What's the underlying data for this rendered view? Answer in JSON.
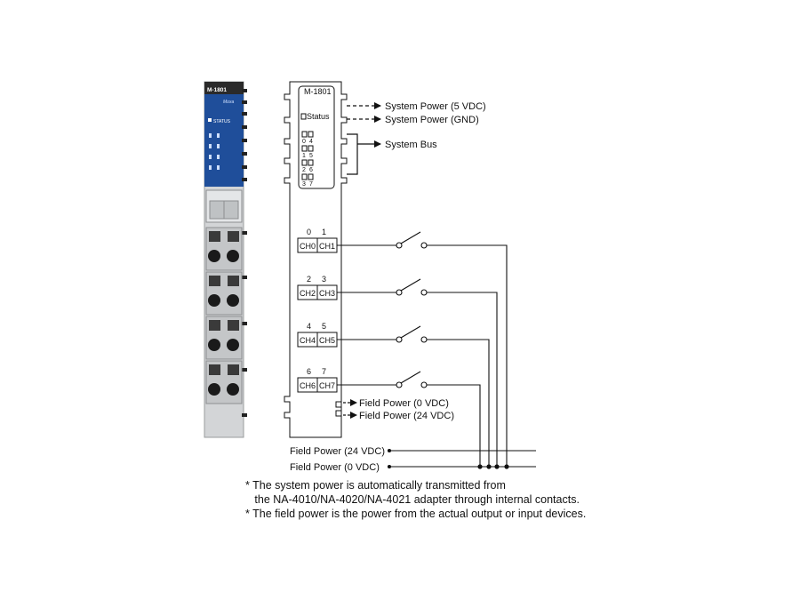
{
  "module": {
    "model": "M-1801",
    "photo_model": "M-1801",
    "photo_brand": "Moxa",
    "photo_status": "STATUS",
    "status_label": "Status",
    "led_numbers": [
      "0",
      "4",
      "1",
      "5",
      "2",
      "6",
      "3",
      "7"
    ]
  },
  "system": {
    "power_5v": "System Power (5 VDC)",
    "power_gnd": "System Power (GND)",
    "bus": "System Bus"
  },
  "channels": [
    {
      "nums": [
        "0",
        "1"
      ],
      "labels": [
        "CH0",
        "CH1"
      ]
    },
    {
      "nums": [
        "2",
        "3"
      ],
      "labels": [
        "CH2",
        "CH3"
      ]
    },
    {
      "nums": [
        "4",
        "5"
      ],
      "labels": [
        "CH4",
        "CH5"
      ]
    },
    {
      "nums": [
        "6",
        "7"
      ],
      "labels": [
        "CH6",
        "CH7"
      ]
    }
  ],
  "field": {
    "internal_0v": "Field Power (0 VDC)",
    "internal_24v": "Field Power (24 VDC)",
    "bus_24v": "Field Power (24 VDC)",
    "bus_0v": "Field Power (0 VDC)"
  },
  "notes": [
    "* The system power is automatically transmitted from",
    "   the NA-4010/NA-4020/NA-4021 adapter through internal contacts.",
    "* The field power is the power from the actual output or input devices."
  ],
  "colors": {
    "photo_blue": "#1f4e9a",
    "photo_gray": "#c9cbcd",
    "line": "#111111"
  }
}
